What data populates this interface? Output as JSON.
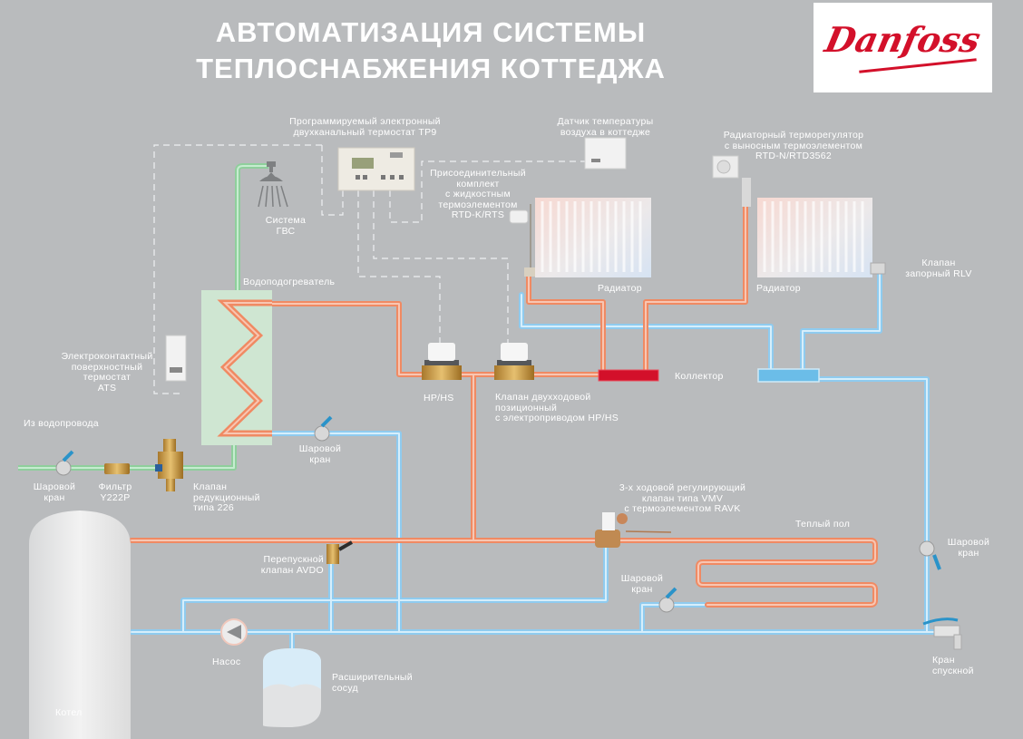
{
  "header": {
    "title_line1": "АВТОМАТИЗАЦИЯ СИСТЕМЫ",
    "title_line2": "ТЕПЛОСНАБЖЕНИЯ КОТТЕДЖА",
    "logo_text": "Danfoss"
  },
  "colors": {
    "background": "#b9bbbd",
    "hot_pipe": "#f08a63",
    "cold_pipe": "#8fcbef",
    "tap_water_pipe": "#8fcf9c",
    "signal_line": "#eef0f2",
    "hot_collector": "#d3102a",
    "cold_collector": "#6bbde8",
    "heater_body": "#cfe6d2",
    "brand_red": "#d3102a"
  },
  "labels": {
    "thermostat_tp9": "Программируемый электронный\nдвухканальный термостат TP9",
    "air_sensor": "Датчик температуры\nвоздуха в коттедже",
    "rtd_n": "Радиаторный терморегулятор\nс выносным термоэлементом\nRTD-N/RTD3562",
    "rtd_k": "Присоединительный\nкомплект\nс жидкостным\nтермоэлементом\nRTD-K/RTS",
    "dhw_system": "Система\nГВС",
    "water_heater": "Водоподогреватель",
    "radiator_left": "Радиатор",
    "radiator_right": "Радиатор",
    "rlv_valve": "Клапан\nзапорный RLV",
    "ats": "Электроконтактный\nповерхностный\nтермостат\nATS",
    "hp_hs": "HP/HS",
    "two_way_valve": "Клапан двухходовой\nпозиционный\nс электроприводом HP/HS",
    "collector": "Коллектор",
    "from_mains": "Из водопровода",
    "ball_valve_inlet": "Шаровой\nкран",
    "filter": "Фильтр\nY222P",
    "reducing_valve": "Клапан\nредукционный\nтипа 226",
    "ball_valve_heater": "Шаровой\nкран",
    "vmv_valve": "3-х ходовой регулирующий\nклапан типа VMV\nс термоэлементом RAVK",
    "floor_heating": "Теплый пол",
    "ball_valve_right": "Шаровой\nкран",
    "bypass_valve": "Перепускной\nклапан AVDO",
    "ball_valve_floor": "Шаровой\nкран",
    "drain_valve": "Кран\nспускной",
    "pump": "Насос",
    "expansion_tank": "Расширительный\nсосуд",
    "boiler": "Котел"
  }
}
